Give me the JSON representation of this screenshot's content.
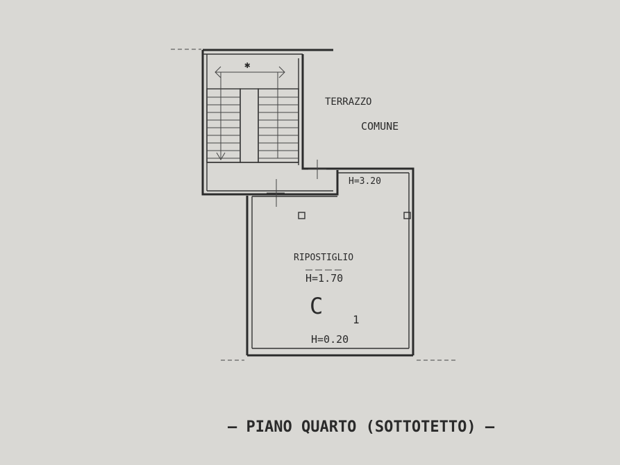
{
  "plan": {
    "terrace_line1": "TERRAZZO",
    "terrace_line2": "COMUNE",
    "landing_height": "H=3.20",
    "room_name": "RIPOSTIGLIO",
    "room_height_top": "H=1.70",
    "unit_letter": "C",
    "unit_number": "1",
    "room_height_bottom": "H=0.20",
    "floor_caption": "– PIANO QUARTO (SOTTOTETTO) –"
  },
  "colors": {
    "paper": "#d9d8d4",
    "ink": "#2b2b2b"
  }
}
